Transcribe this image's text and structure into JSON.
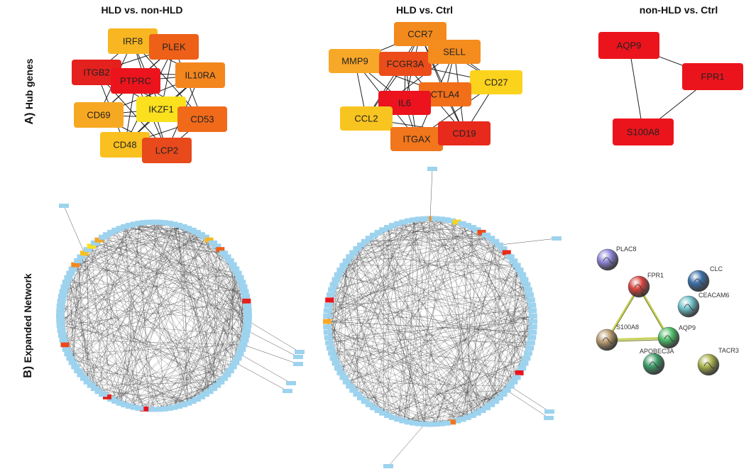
{
  "panel_titles": [
    "HLD vs. non-HLD",
    "HLD vs.  Ctrl",
    "non-HLD vs. Ctrl"
  ],
  "row_labels": {
    "a": {
      "prefix": "A)",
      "text": "Hub genes"
    },
    "b": {
      "prefix": "B)",
      "text": "Expanded Network"
    }
  },
  "hub_networks": [
    {
      "name": "HLD vs. non-HLD",
      "nodes": [
        {
          "id": "IRF8",
          "color": "#f8b722"
        },
        {
          "id": "PLEK",
          "color": "#ee6018"
        },
        {
          "id": "ITGB2",
          "color": "#e4211e"
        },
        {
          "id": "PTPRC",
          "color": "#ec141c"
        },
        {
          "id": "IL10RA",
          "color": "#f4861e"
        },
        {
          "id": "CD69",
          "color": "#f7a823"
        },
        {
          "id": "IKZF1",
          "color": "#fbe01e"
        },
        {
          "id": "CD53",
          "color": "#f06a1a"
        },
        {
          "id": "CD48",
          "color": "#f9c01f"
        },
        {
          "id": "LCP2",
          "color": "#e84a1c"
        }
      ]
    },
    {
      "name": "HLD vs. Ctrl",
      "nodes": [
        {
          "id": "CCR7",
          "color": "#f38a1d"
        },
        {
          "id": "MMP9",
          "color": "#f8a828"
        },
        {
          "id": "FCGR3A",
          "color": "#ec4c1a"
        },
        {
          "id": "SELL",
          "color": "#f58c1e"
        },
        {
          "id": "CD27",
          "color": "#fbd31d"
        },
        {
          "id": "CTLA4",
          "color": "#f26f1a"
        },
        {
          "id": "IL6",
          "color": "#ec121e"
        },
        {
          "id": "CCL2",
          "color": "#f8c520"
        },
        {
          "id": "ITGAX",
          "color": "#f1761c"
        },
        {
          "id": "CD19",
          "color": "#e82a1c"
        }
      ]
    },
    {
      "name": "non-HLD vs. Ctrl",
      "nodes": [
        {
          "id": "AQP9",
          "color": "#ec141c"
        },
        {
          "id": "FPR1",
          "color": "#ec141c"
        },
        {
          "id": "S100A8",
          "color": "#ec141c"
        }
      ]
    }
  ],
  "string_network": {
    "nodes": [
      {
        "id": "PLAC8",
        "color": "#8f86d9"
      },
      {
        "id": "FPR1",
        "color": "#d9433f"
      },
      {
        "id": "CLC",
        "color": "#3b6fa8"
      },
      {
        "id": "CEACAM6",
        "color": "#6ec1c9"
      },
      {
        "id": "S100A8",
        "color": "#b89a70"
      },
      {
        "id": "AQP9",
        "color": "#4fbf6a"
      },
      {
        "id": "APOBEC3A",
        "color": "#3f9d6a"
      },
      {
        "id": "TACR3",
        "color": "#a8b04a"
      }
    ]
  },
  "colors": {
    "circle_node": "#9dd3ee",
    "edge": "#222222",
    "string_edge": "#c8d25a"
  }
}
